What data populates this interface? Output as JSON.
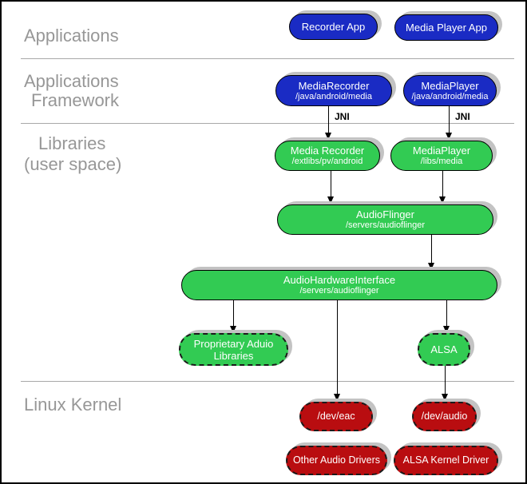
{
  "sections": {
    "applications": {
      "label": "Applications"
    },
    "framework": {
      "line1": "Applications",
      "line2": "Framework"
    },
    "libraries": {
      "line1": "Libraries",
      "line2": "(user space)"
    },
    "kernel": {
      "label": "Linux Kernel"
    }
  },
  "labels": {
    "jni": "JNI"
  },
  "nodes": {
    "recorder_app": {
      "title": "Recorder App"
    },
    "media_player_app": {
      "title": "Media Player App"
    },
    "media_recorder_framework": {
      "title": "MediaRecorder",
      "path": "/java/android/media"
    },
    "media_player_framework": {
      "title": "MediaPlayer",
      "path": "/java/android/media"
    },
    "media_recorder_lib": {
      "title": "Media Recorder",
      "path": "/extlibs/pv/android"
    },
    "media_player_lib": {
      "title": "MediaPlayer",
      "path": "/libs/media"
    },
    "audio_flinger": {
      "title": "AudioFlinger",
      "path": "/servers/audioflinger"
    },
    "audio_hardware_interface": {
      "title": "AudioHardwareInterface",
      "path": "/servers/audioflinger"
    },
    "proprietary_audio_libraries": {
      "title": "Proprietary Aduio Libraries"
    },
    "alsa": {
      "title": "ALSA"
    },
    "dev_eac": {
      "title": "/dev/eac"
    },
    "dev_audio": {
      "title": "/dev/audio"
    },
    "other_audio_drivers": {
      "title": "Other Audio Drivers"
    },
    "alsa_kernel_driver": {
      "title": "ALSA Kernel Driver"
    }
  },
  "colors": {
    "app_blue": "#1a2bc4",
    "lib_green": "#32cb53",
    "kernel_red": "#b90d10",
    "label_gray": "#979797",
    "shadow_gray": "#c3c3c3"
  }
}
